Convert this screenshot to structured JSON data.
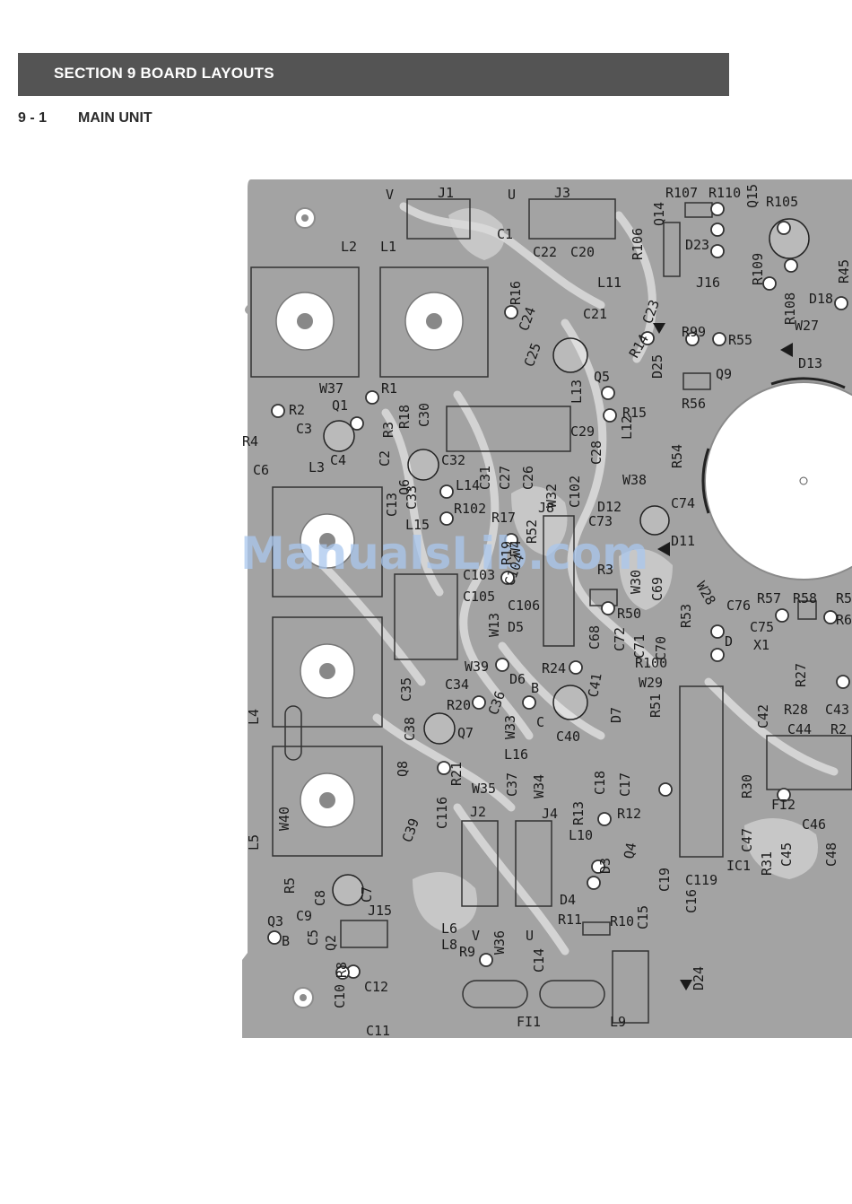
{
  "header": {
    "section_label": "SECTION 9 BOARD LAYOUTS"
  },
  "subsection": {
    "number": "9 - 1",
    "title": "MAIN UNIT"
  },
  "watermark": {
    "text": "ManualsLib.com"
  },
  "board": {
    "labels": {
      "V_top": "V",
      "J1": "J1",
      "U_top": "U",
      "J3": "J3",
      "R107": "R107",
      "R110": "R110",
      "Q15": "Q15",
      "R105": "R105",
      "R45": "R45",
      "L2": "L2",
      "L1": "L1",
      "C1": "C1",
      "C22": "C22",
      "C20": "C20",
      "R106": "R106",
      "Q14": "Q14",
      "D23": "D23",
      "J16": "J16",
      "R109": "R109",
      "R108": "R108",
      "D18": "D18",
      "R16": "R16",
      "L11": "L11",
      "C24": "C24",
      "C21": "C21",
      "C23": "C23",
      "R99": "R99",
      "R55": "R55",
      "W27": "W27",
      "D13": "D13",
      "C25": "C25",
      "R14": "R14",
      "D25": "D25",
      "Q5": "Q5",
      "Q9": "Q9",
      "R56": "R56",
      "W37": "W37",
      "R1": "R1",
      "R2": "R2",
      "Q1": "Q1",
      "C3": "C3",
      "R3": "R3",
      "R18": "R18",
      "C30": "C30",
      "L13": "L13",
      "R15": "R15",
      "C29": "C29",
      "L12": "L12",
      "C28": "C28",
      "R54": "R54",
      "R4": "R4",
      "C6": "C6",
      "L3": "L3",
      "C4": "C4",
      "C2": "C2",
      "C32": "C32",
      "Q6": "Q6",
      "C13": "C13",
      "C33": "C33",
      "L14": "L14",
      "C31": "C31",
      "C27": "C27",
      "C26": "C26",
      "W32": "W32",
      "C102": "C102",
      "W38": "W38",
      "D12": "D12",
      "C74": "C74",
      "L15": "L15",
      "R102": "R102",
      "R17": "R17",
      "J8": "J8",
      "C73": "C73",
      "R52": "R52",
      "R19": "R19",
      "W4": "W4",
      "D11": "D11",
      "C103": "C103",
      "C104": "C104",
      "R3b": "R3",
      "W30": "W30",
      "C69": "C69",
      "W28": "W28",
      "C105": "C105",
      "C106": "C106",
      "R50": "R50",
      "R53": "R53",
      "C76": "C76",
      "R57": "R57",
      "R58": "R58",
      "R5x": "R5",
      "W13": "W13",
      "D5": "D5",
      "C68": "C68",
      "C72": "C72",
      "C71": "C71",
      "C70": "C70",
      "C75": "C75",
      "R6x": "R6",
      "D": "D",
      "X1": "X1",
      "W39": "W39",
      "R24": "R24",
      "R100": "R100",
      "C34": "C34",
      "D6": "D6",
      "B": "B",
      "C41": "C41",
      "W29": "W29",
      "R27": "R27",
      "C35": "C35",
      "R20": "R20",
      "C36": "C36",
      "R51": "R51",
      "D7": "D7",
      "R28": "R28",
      "C43": "C43",
      "C42": "C42",
      "C44": "C44",
      "R2x": "R2",
      "L4": "L4",
      "C38": "C38",
      "Q7": "Q7",
      "W33": "W33",
      "C": "C",
      "C40": "C40",
      "L16": "L16",
      "Q8": "Q8",
      "R21": "R21",
      "C37": "C37",
      "W34": "W34",
      "C18": "C18",
      "C17": "C17",
      "R30": "R30",
      "FI2": "FI2",
      "W35": "W35",
      "C116": "C116",
      "J2": "J2",
      "J4": "J4",
      "R13": "R13",
      "R12": "R12",
      "W40": "W40",
      "C39": "C39",
      "L10": "L10",
      "C46": "C46",
      "L5": "L5",
      "C47": "C47",
      "R31": "R31",
      "C45": "C45",
      "C48": "C48",
      "D3": "D3",
      "Q4": "Q4",
      "C19": "C19",
      "C119": "C119",
      "IC1": "IC1",
      "C16": "C16",
      "R5": "R5",
      "C8": "C8",
      "C7": "C7",
      "C9": "C9",
      "J15": "J15",
      "D4": "D4",
      "C15": "C15",
      "Q3": "Q3",
      "Q2": "Q2",
      "L6": "L6",
      "V_bot": "V",
      "U_bot": "U",
      "R11": "R11",
      "R10": "R10",
      "B2": "B",
      "C5": "C5",
      "L8": "L8",
      "W36": "W36",
      "R9": "R9",
      "C14": "C14",
      "D24": "D24",
      "C10": "C10",
      "R8": "R8",
      "C12": "C12",
      "FI1": "FI1",
      "L9": "L9",
      "C11": "C11"
    }
  }
}
